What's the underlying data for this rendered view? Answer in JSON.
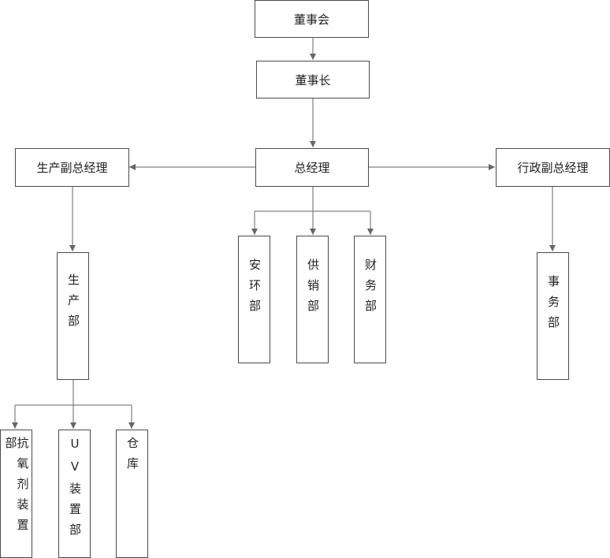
{
  "org_chart": {
    "board": "董事会",
    "chairman": "董事长",
    "general_manager": "总经理",
    "production_vp": "生产副总经理",
    "admin_vp": "行政副总经理",
    "production_dept": "生产部",
    "safety_env_dept": "安环部",
    "supply_sales_dept": "供销部",
    "finance_dept": "财务部",
    "affairs_dept": "事务部",
    "antioxidant_dept": "抗氧剂装置部",
    "uv_dept": "UV装置部",
    "warehouse": "仓库"
  },
  "colors": {
    "line": "#666666",
    "border": "#4a4a4a"
  }
}
